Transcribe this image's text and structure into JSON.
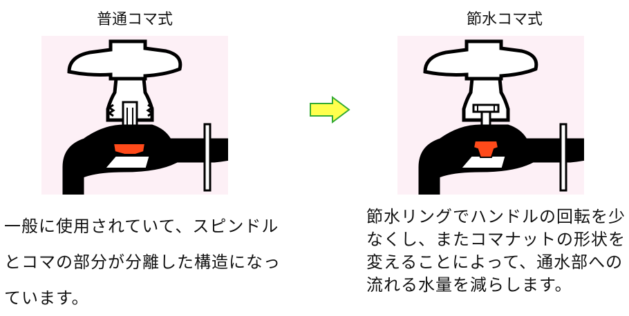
{
  "left": {
    "title": "普通コマ式",
    "description": "一般に使用されていて、スピンドルとコマの部分が分離した構造になっています。"
  },
  "right": {
    "title": "節水コマ式",
    "description": "節水リングでハンドルの回転を少なくし、またコマナットの形状を変えることによって、通水部への流れる水量を減らします。"
  },
  "colors": {
    "panel_bg": "#fdf0f6",
    "faucet_body": "#000000",
    "koma": "#ff4a1a",
    "arrow_fill": "#ffff4d",
    "arrow_stroke": "#33aa33"
  }
}
